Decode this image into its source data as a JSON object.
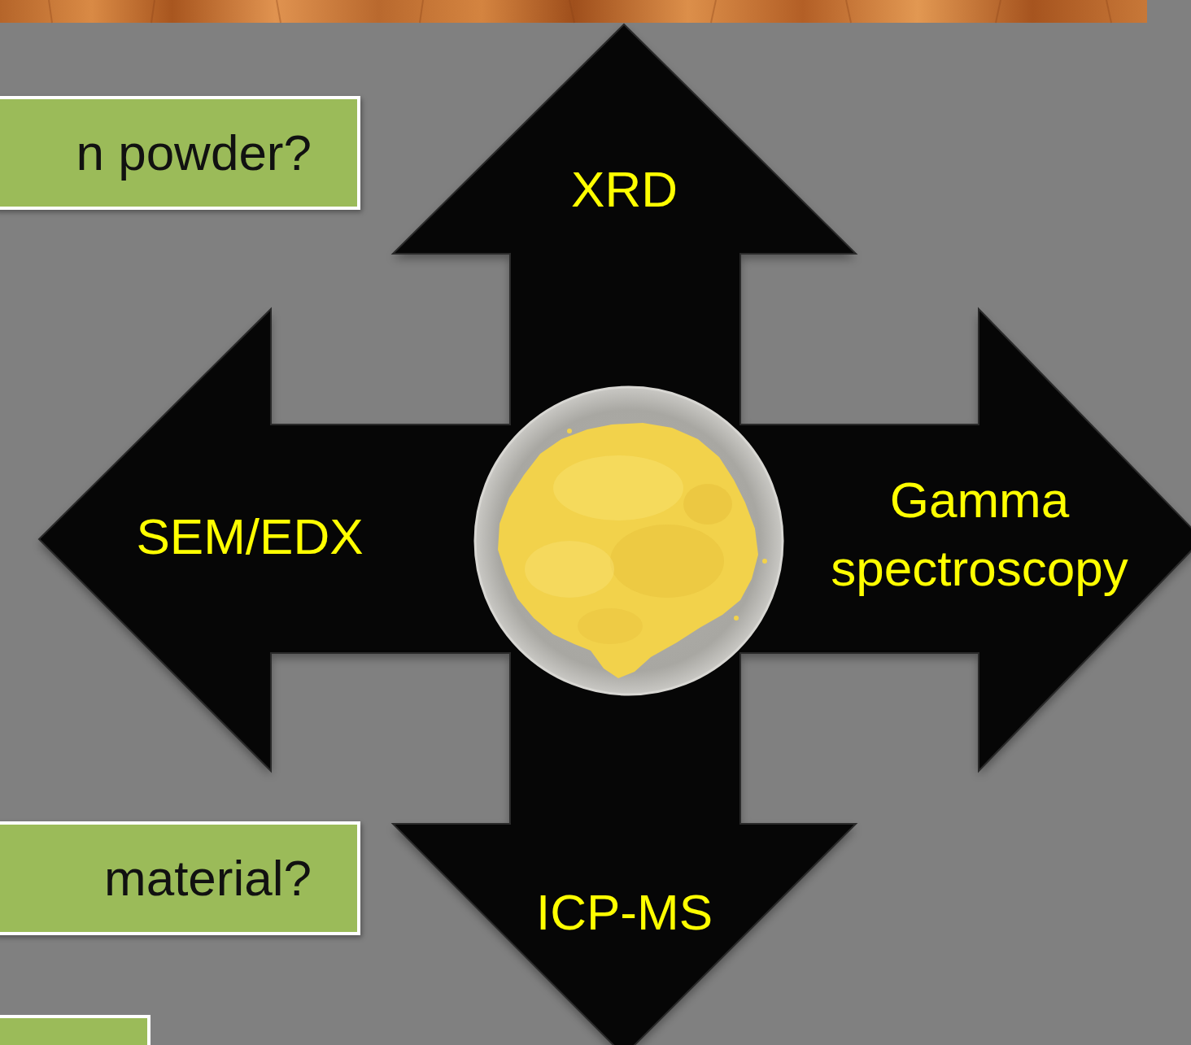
{
  "diagram": {
    "nodes": [
      {
        "text": [
          "n powder?"
        ]
      },
      {
        "text": [
          "XRD"
        ]
      },
      {
        "text": [
          "SEM/EDX"
        ]
      },
      {
        "text": [
          "Gamma spectroscopy"
        ]
      },
      {
        "text": [
          "material?"
        ]
      },
      {
        "text": [
          "ICP-MS"
        ]
      }
    ]
  }
}
